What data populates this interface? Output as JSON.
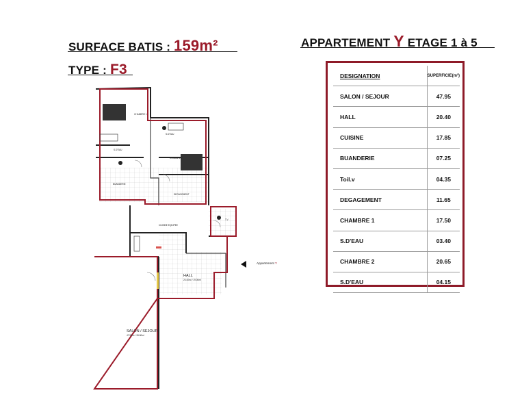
{
  "header": {
    "surface_label": "SURFACE BATIS :",
    "surface_value": "159m²",
    "type_label": "TYPE :",
    "type_value": "F3",
    "appartement_label": "APPARTEMENT",
    "appartement_letter": "Y",
    "etage_label": "ETAGE 1 à 5"
  },
  "table": {
    "col_designation": "DESIGNATION",
    "col_superficie": "SUPERFICIE(m²)",
    "rows": [
      {
        "name": "SALON / SEJOUR",
        "area": "47.95"
      },
      {
        "name": "HALL",
        "area": "20.40"
      },
      {
        "name": "CUISINE",
        "area": "17.85"
      },
      {
        "name": "BUANDERIE",
        "area": "07.25"
      },
      {
        "name": "Toil.v",
        "area": "04.35"
      },
      {
        "name": "DEGAGEMENT",
        "area": "11.65"
      },
      {
        "name": "CHAMBRE 1",
        "area": "17.50"
      },
      {
        "name": "S.D'EAU",
        "area": "03.40"
      },
      {
        "name": "CHAMBRE 2",
        "area": "20.65"
      },
      {
        "name": "S.D'EAU",
        "area": "04.15"
      }
    ]
  },
  "plan": {
    "hall_label": "HALL",
    "hall_area": "20.40m² / 19.00ml",
    "salon_label": "SALON / SEJOUR",
    "salon_area": "47.95m² / 26.80ml",
    "cuisine_label": "CUISINE EQUIPEE",
    "chambre1_label": "CHAMBRE 1",
    "chambre2_label": "CHAMBRE 2",
    "sdeau_label": "S.D'EAU",
    "buanderie_label": "BUANDERIE",
    "degagement_label": "DEGAGEMENT",
    "toilv_label": "T.V",
    "appartement_marker": "Appartement",
    "appartement_marker_letter": "Y"
  },
  "colors": {
    "accent": "#9b1b2a",
    "table_border": "#8e1a28"
  }
}
